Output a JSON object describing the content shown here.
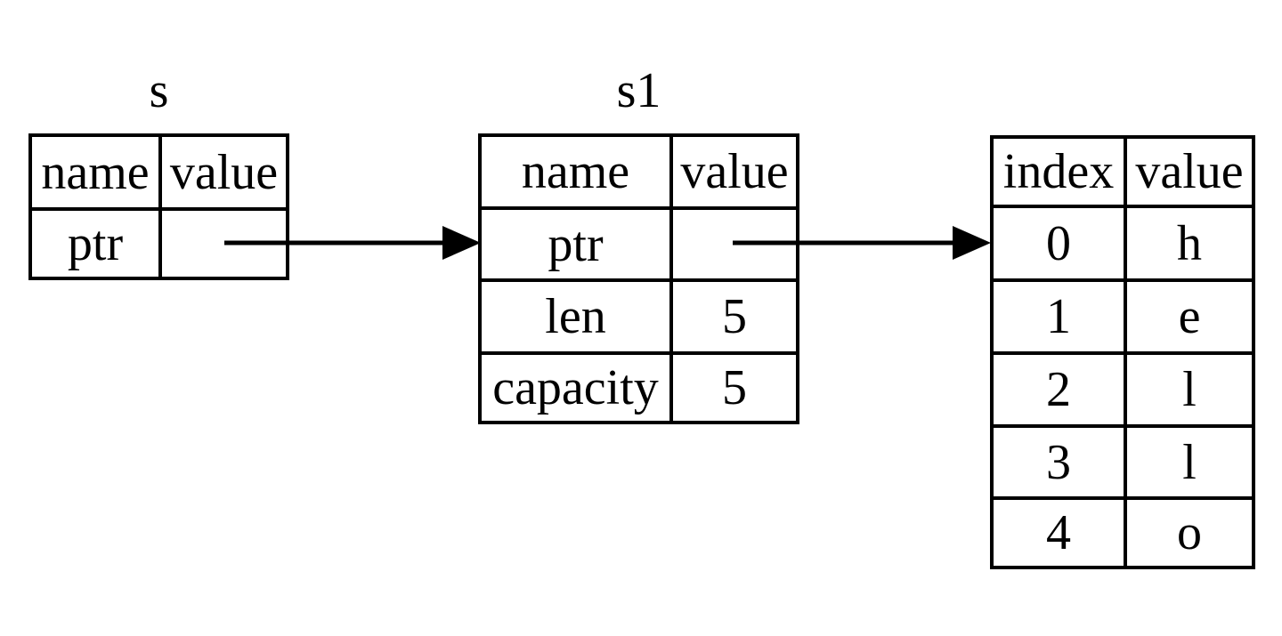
{
  "canvas": {
    "background": "#ffffff",
    "ink": "#000000"
  },
  "tables": {
    "s": {
      "title": "s",
      "headers": [
        "name",
        "value"
      ],
      "rows": [
        {
          "name": "ptr",
          "value": ""
        }
      ]
    },
    "s1": {
      "title": "s1",
      "headers": [
        "name",
        "value"
      ],
      "rows": [
        {
          "name": "ptr",
          "value": ""
        },
        {
          "name": "len",
          "value": "5"
        },
        {
          "name": "capacity",
          "value": "5"
        }
      ]
    },
    "heap": {
      "headers": [
        "index",
        "value"
      ],
      "rows": [
        {
          "index": "0",
          "value": "h"
        },
        {
          "index": "1",
          "value": "e"
        },
        {
          "index": "2",
          "value": "l"
        },
        {
          "index": "3",
          "value": "l"
        },
        {
          "index": "4",
          "value": "o"
        }
      ]
    }
  },
  "arrows": [
    {
      "name": "s-ptr-to-s1",
      "from": "s.ptr",
      "to": "s1"
    },
    {
      "name": "s1-ptr-to-heap",
      "from": "s1.ptr",
      "to": "heap"
    }
  ]
}
